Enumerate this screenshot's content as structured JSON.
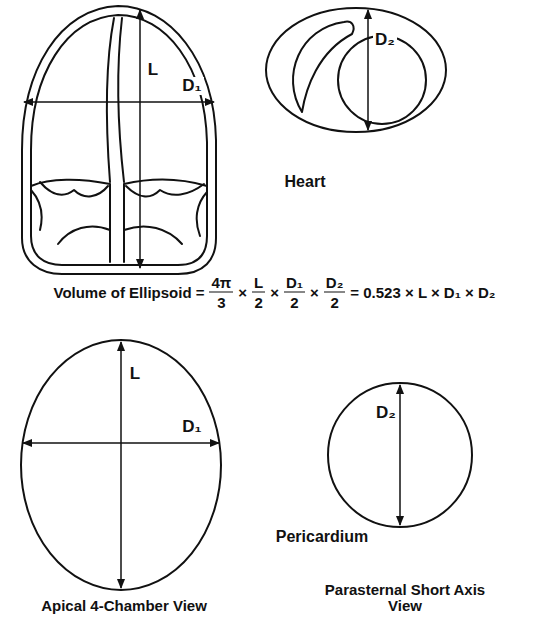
{
  "diagram": {
    "labels": [
      "L",
      "D₁",
      "D₂",
      "Heart",
      "Volume of Ellipsoid =",
      "4π",
      "3",
      "×",
      "L",
      "2",
      "×",
      "D₁",
      "2",
      "×",
      "D₂",
      "2",
      "= 0.523 × L × D₁ × D₂",
      "L",
      "D₁",
      "Pericardium",
      "D₂",
      "Apical 4-Chamber View",
      "Parasternal Short Axis View"
    ]
  }
}
